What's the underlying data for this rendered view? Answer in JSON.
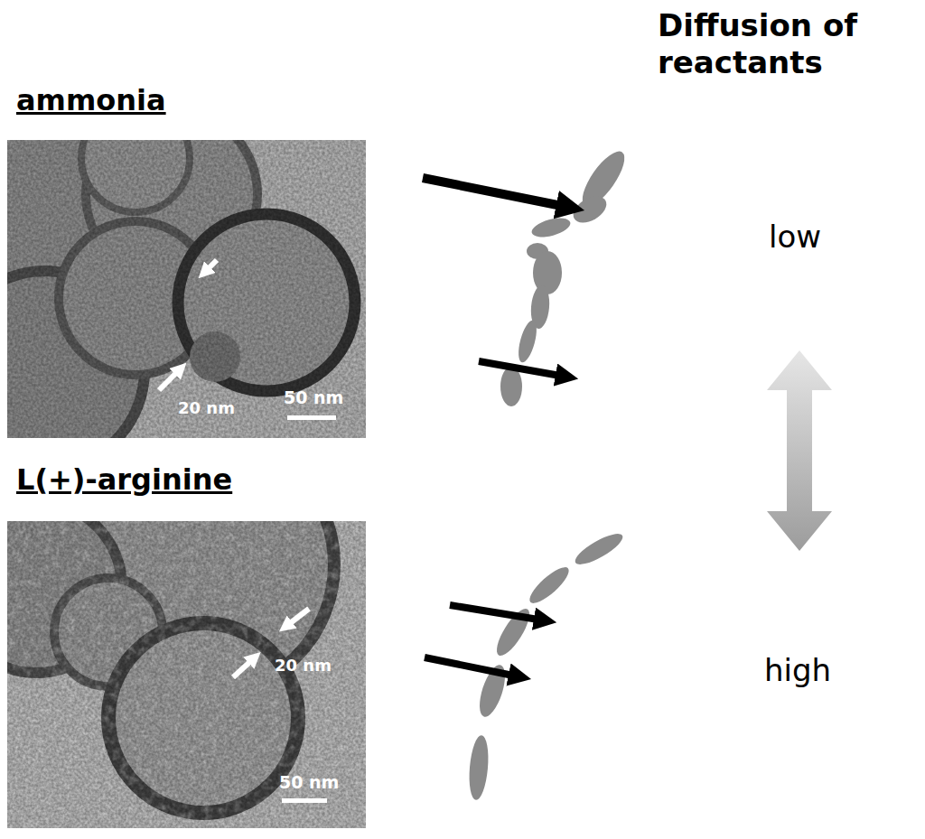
{
  "diagram": {
    "labels": [
      "ammonia",
      "20 nm",
      "50 nm",
      "L(+)-arginine",
      "20 nm",
      "50 nm",
      "Diffusion of reactants",
      "low",
      "high"
    ]
  }
}
